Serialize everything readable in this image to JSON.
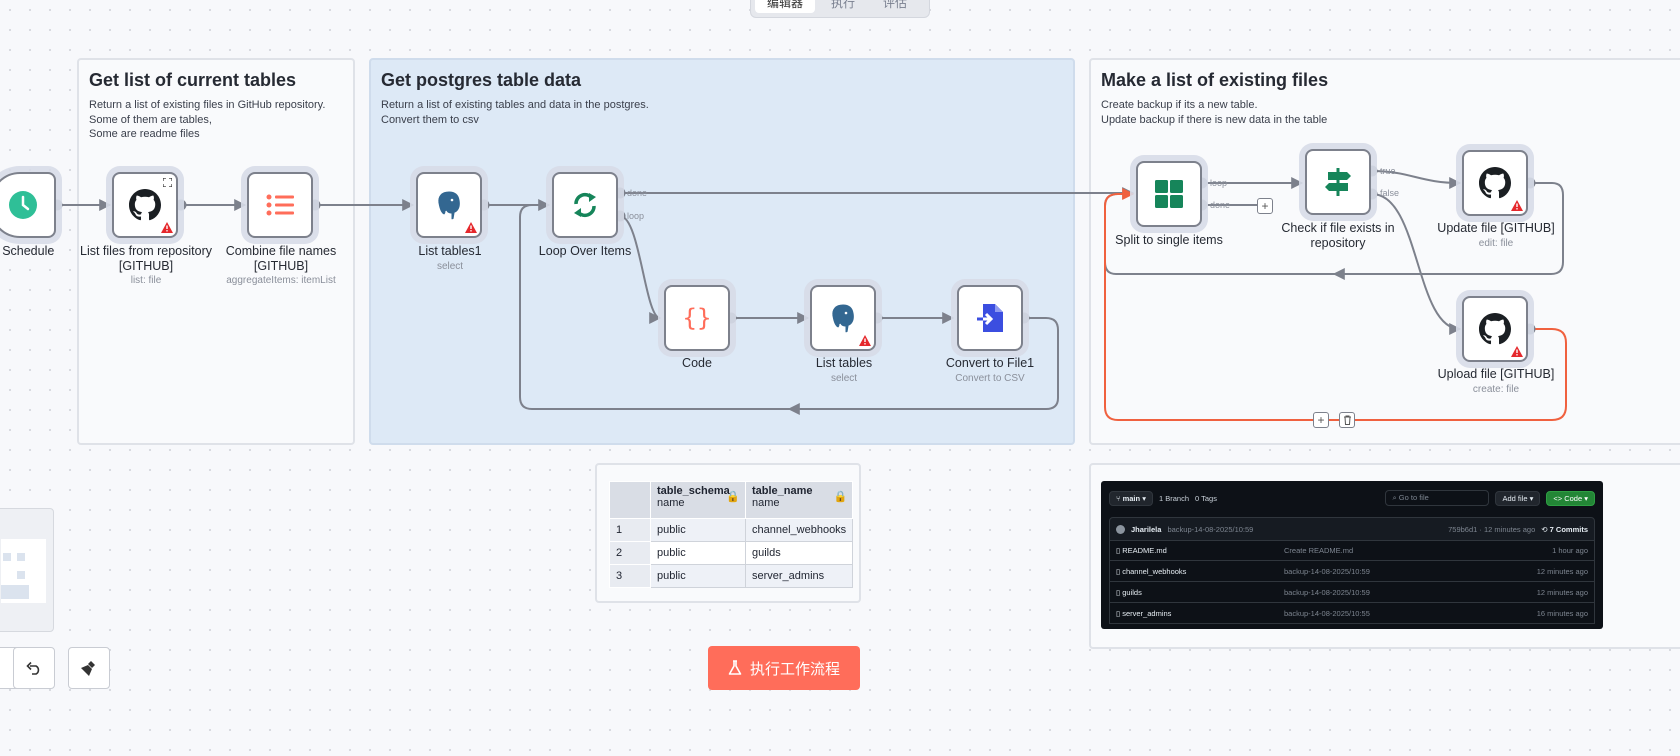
{
  "tabs": [
    "编辑器",
    "执行",
    "评估"
  ],
  "notes": [
    {
      "title": "Get list of current tables",
      "desc": "Return a list of existing files in GitHub repository.\nSome of them are tables,\nSome are readme files"
    },
    {
      "title": "Get postgres table data",
      "desc": "Return a list of existing tables and data in the postgres.\nConvert them to csv"
    },
    {
      "title": "Make a list of existing files",
      "desc": "Create backup if its a new table.\nUpdate backup if there is new data in the table"
    }
  ],
  "nodes": {
    "schedule": {
      "label": "ly Schedule"
    },
    "list_files": {
      "label": "List files from repository\n[GITHUB]",
      "sub": "list: file"
    },
    "combine": {
      "label": "Combine file names\n[GITHUB]",
      "sub": "aggregateItems: itemList"
    },
    "list_tables1": {
      "label": "List tables1",
      "sub": "select"
    },
    "loop": {
      "label": "Loop Over Items"
    },
    "code": {
      "label": "Code"
    },
    "list_tables": {
      "label": "List tables",
      "sub": "select"
    },
    "convert": {
      "label": "Convert to File1",
      "sub": "Convert to CSV"
    },
    "split": {
      "label": "Split to single items"
    },
    "check": {
      "label": "Check if file exists in\nrepository"
    },
    "update": {
      "label": "Update file [GITHUB]",
      "sub": "edit: file"
    },
    "upload": {
      "label": "Upload file [GITHUB]",
      "sub": "create: file"
    }
  },
  "ports": {
    "done": "done",
    "loop": "loop",
    "true": "true",
    "false": "false"
  },
  "pg_table": {
    "headers": [
      {
        "name": "table_schema",
        "sub": "name"
      },
      {
        "name": "table_name",
        "sub": "name"
      }
    ],
    "rows": [
      {
        "n": "1",
        "schema": "public",
        "name": "channel_webhooks"
      },
      {
        "n": "2",
        "schema": "public",
        "name": "guilds"
      },
      {
        "n": "3",
        "schema": "public",
        "name": "server_admins"
      }
    ]
  },
  "github": {
    "branch": "main",
    "branches": "1 Branch",
    "tags": "0 Tags",
    "search": "Go to file",
    "add_file": "Add file",
    "code": "Code",
    "user": "Jharilela",
    "commit_msg": "backup-14-08-2025/10:59",
    "commit_meta": "759b6d1 · 12 minutes ago",
    "commits": "7 Commits",
    "files": [
      {
        "name": "README.md",
        "msg": "Create README.md",
        "time": "1 hour ago"
      },
      {
        "name": "channel_webhooks",
        "msg": "backup-14-08-2025/10:59",
        "time": "12 minutes ago"
      },
      {
        "name": "guilds",
        "msg": "backup-14-08-2025/10:59",
        "time": "12 minutes ago"
      },
      {
        "name": "server_admins",
        "msg": "backup-14-08-2025/10:55",
        "time": "16 minutes ago"
      }
    ]
  },
  "run_button": "执行工作流程",
  "colors": {
    "accent": "#ff6d5a",
    "note_blue": "#dde9f6",
    "warn": "#e5282c"
  }
}
